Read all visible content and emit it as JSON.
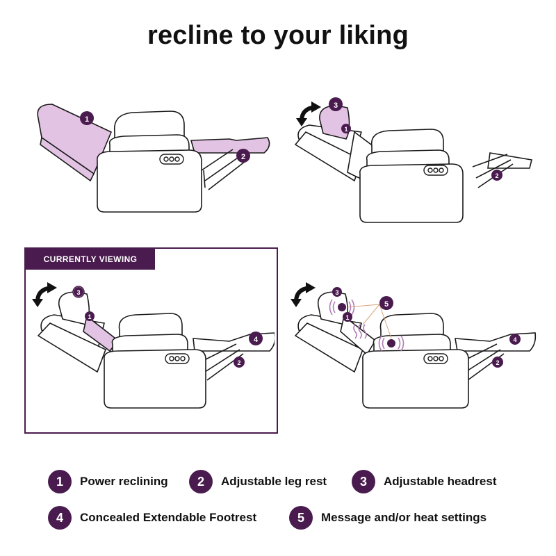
{
  "title": "recline to your liking",
  "viewing_tag": "CURRENTLY VIEWING",
  "colors": {
    "accent": "#4a1b4e",
    "highlight_fill": "#e3c3e4",
    "highlight_stroke": "#b07cb5",
    "line": "#1a1a1a"
  },
  "panels": [
    {
      "id": "power-reclining",
      "badges": [
        "1",
        "2"
      ]
    },
    {
      "id": "headrest",
      "badges": [
        "3",
        "1",
        "2"
      ]
    },
    {
      "id": "footrest",
      "badges": [
        "3",
        "1",
        "4",
        "2"
      ]
    },
    {
      "id": "massage-heat",
      "badges": [
        "3",
        "5",
        "1",
        "4",
        "2"
      ]
    }
  ],
  "legend": [
    {
      "num": "1",
      "label": "Power reclining"
    },
    {
      "num": "2",
      "label": "Adjustable leg rest"
    },
    {
      "num": "3",
      "label": "Adjustable headrest"
    },
    {
      "num": "4",
      "label": "Concealed Extendable Footrest"
    },
    {
      "num": "5",
      "label": "Message and/or heat settings"
    }
  ]
}
